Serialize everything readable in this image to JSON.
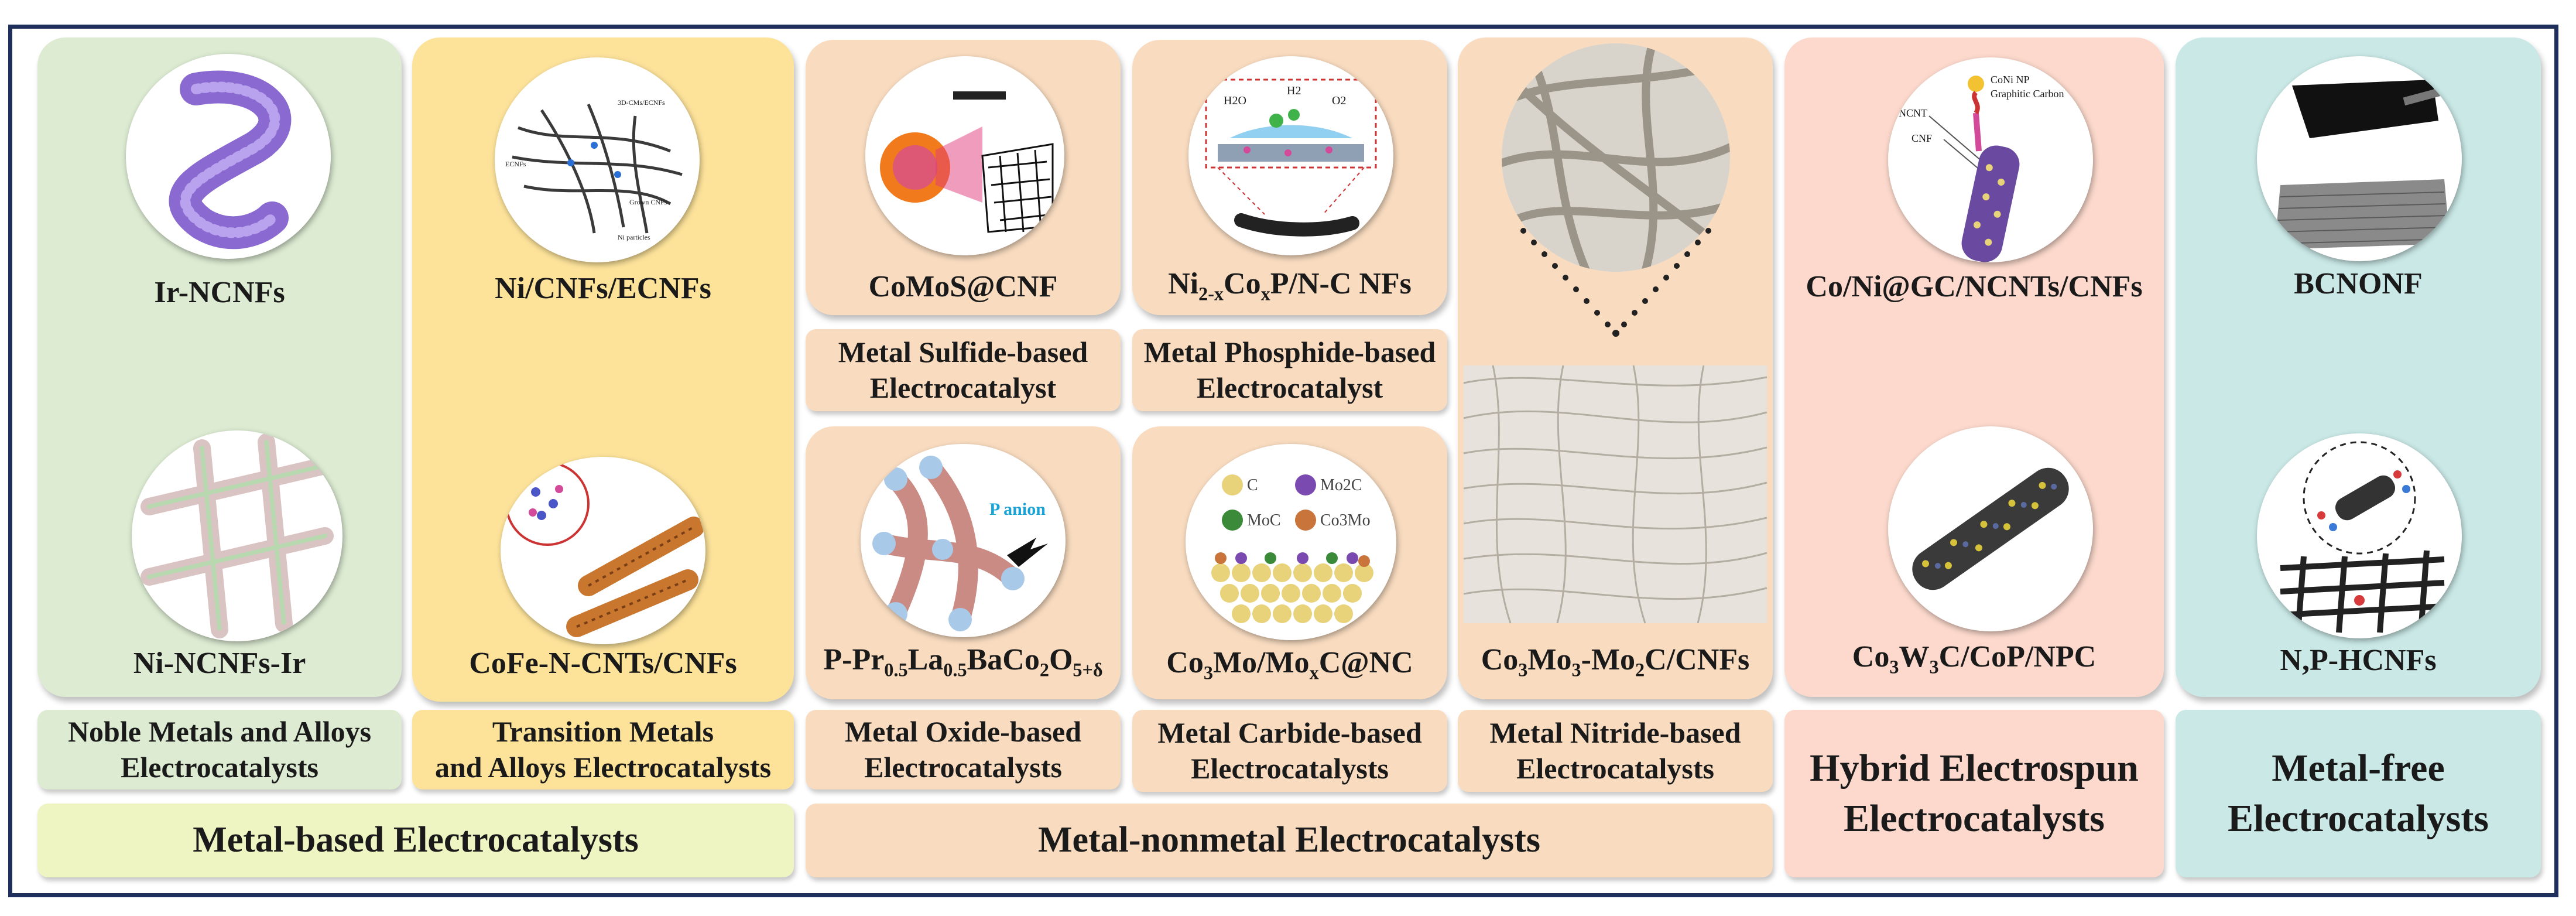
{
  "colors": {
    "frame": "#1f2f5c",
    "noble_green": "#dcebd2",
    "transition_yellow": "#fde39a",
    "nonmetal_peach": "#f9dcc0",
    "hybrid_pink": "#fcd9cc",
    "metalfree_teal": "#c9e8e6",
    "metal_based_bar": "#eef5c2"
  },
  "groups": {
    "noble": {
      "top_caption": "Ir-NCNFs",
      "top_icon": "purple-nanofiber-icon",
      "bottom_caption": "Ni-NCNFs-Ir",
      "bottom_icon": "crossed-nanofiber-mesh-icon",
      "label": "Noble Metals and Alloys Electrocatalysts"
    },
    "transition": {
      "top_caption": "Ni/CNFs/ECNFs",
      "top_icon": "ni-cnf-network-icon",
      "top_annotations": [
        "3D-CMs/ECNFs",
        "ECNFs",
        "Grown CNFs",
        "Ni particles"
      ],
      "bottom_caption": "CoFe-N-CNTs/CNFs",
      "bottom_icon": "cofe-nanotube-fiber-icon",
      "label_line1": "Transition Metals",
      "label_line2": "and Alloys Electrocatalysts"
    },
    "sulfide": {
      "caption": "CoMoS@CNF",
      "icon": "comos-cnf-icon",
      "label": "Metal Sulfide-based Electrocatalyst"
    },
    "phosphide": {
      "caption_main": "Ni",
      "caption_sub1": "2-x",
      "caption_mid": "Co",
      "caption_sub2": "x",
      "caption_end": "P/N-C NFs",
      "icon": "phosphide-water-splitting-icon",
      "annotations": [
        "H2O",
        "H2",
        "O2"
      ],
      "label": "Metal Phosphide-based Electrocatalyst"
    },
    "oxide": {
      "caption_a": "P-Pr",
      "caption_s1": "0.5",
      "caption_b": "La",
      "caption_s2": "0.5",
      "caption_c": "BaCo",
      "caption_s3": "2",
      "caption_d": "O",
      "caption_s4": "5+δ",
      "icon": "oxide-particle-fiber-icon",
      "annotation": "P anion",
      "label": "Metal Oxide-based Electrocatalysts"
    },
    "carbide": {
      "caption_a": "Co",
      "caption_s1": "3",
      "caption_b": "Mo/Mo",
      "caption_s2": "x",
      "caption_c": "C@NC",
      "icon": "carbide-lattice-icon",
      "legend": [
        "C",
        "Mo2C",
        "MoC",
        "Co3Mo"
      ],
      "label": "Metal Carbide-based Electrocatalysts"
    },
    "nitride": {
      "caption_a": "Co",
      "caption_s1": "3",
      "caption_b": "Mo",
      "caption_s2": "3",
      "caption_c": "-Mo",
      "caption_s3": "2",
      "caption_d": "C/CNFs",
      "icon": "nanofiber-mat-icon",
      "label": "Metal Nitride-based Electrocatalysts"
    },
    "hybrid": {
      "top_caption": "Co/Ni@GC/NCNTs/CNFs",
      "top_icon": "coni-nanotube-fiber-icon",
      "top_annotations": [
        "CoNi NP",
        "Graphitic Carbon",
        "NCNT",
        "CNF"
      ],
      "bottom_caption_a": "Co",
      "bottom_caption_s1": "3",
      "bottom_caption_b": "W",
      "bottom_caption_s2": "3",
      "bottom_caption_c": "C/CoP/NPC",
      "bottom_icon": "hybrid-fiber-rod-icon",
      "label": "Hybrid Electrospun Electrocatalysts"
    },
    "metalfree": {
      "top_caption": "BCNONF",
      "top_icon": "bcnonf-sheet-icon",
      "bottom_caption": "N,P-HCNFs",
      "bottom_icon": "np-hcnf-mesh-icon",
      "label": "Metal-free Electrocatalysts"
    }
  },
  "categories": {
    "metal_based": "Metal-based Electrocatalysts",
    "metal_nonmetal": "Metal-nonmetal Electrocatalysts"
  }
}
